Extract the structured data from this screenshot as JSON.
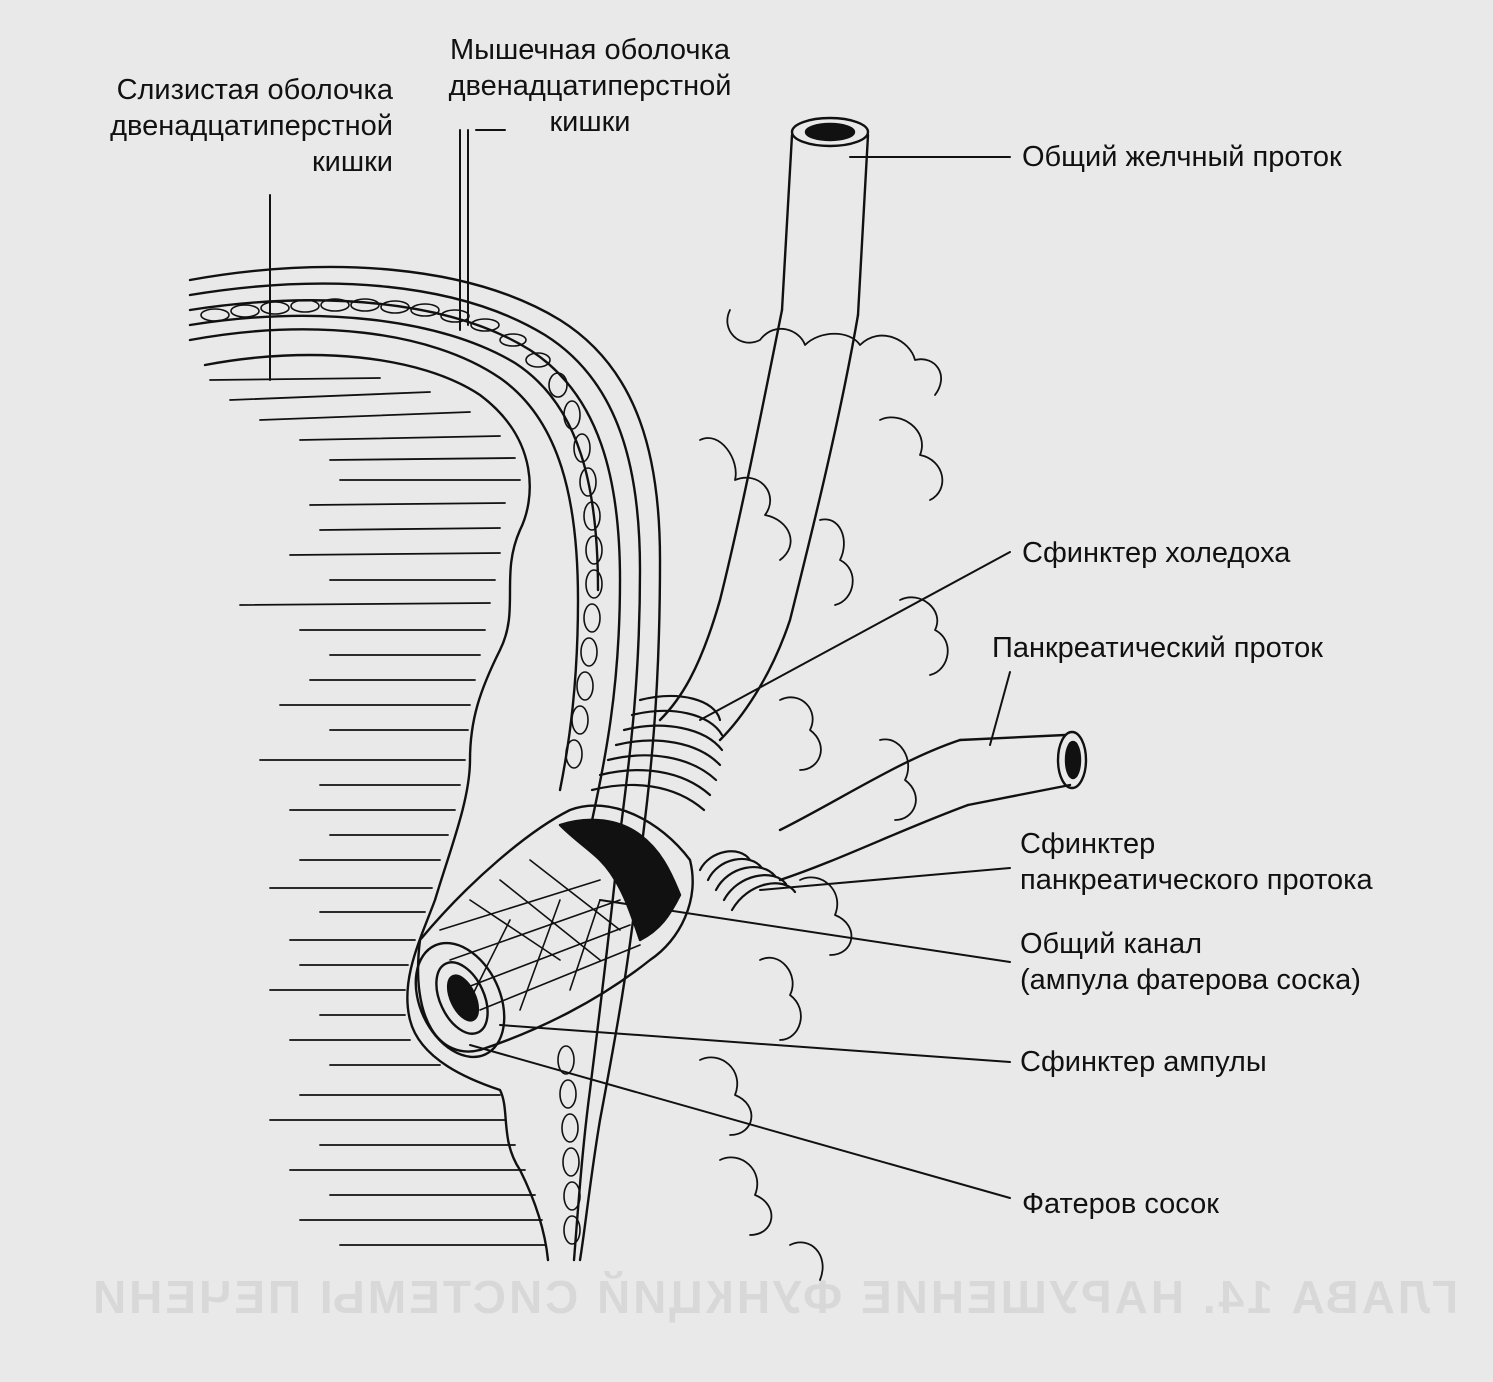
{
  "colors": {
    "background": "#e9e9e9",
    "ink": "#111111",
    "show_through": "#cfcfcf"
  },
  "labels": {
    "mucosa": "Слизистая оболочка\nдвенадцатиперстной\nкишки",
    "muscularis": "Мышечная оболочка\nдвенадцатиперстной\nкишки",
    "common_bile_duct": "Общий желчный проток",
    "choledochal_sphincter": "Сфинктер холедоха",
    "pancreatic_duct": "Панкреатический проток",
    "pancreatic_duct_sphincter": "Сфинктер\nпанкреатического протока",
    "common_channel": "Общий канал\n(ампула фатерова соска)",
    "ampulla_sphincter": "Сфинктер ампулы",
    "vater_papilla": "Фатеров сосок"
  },
  "background_show_through": "ГЛАВА 14. НАРУШЕНИЕ ФУНКЦИЙ СИСТЕМЫ ПЕЧЕНИ"
}
